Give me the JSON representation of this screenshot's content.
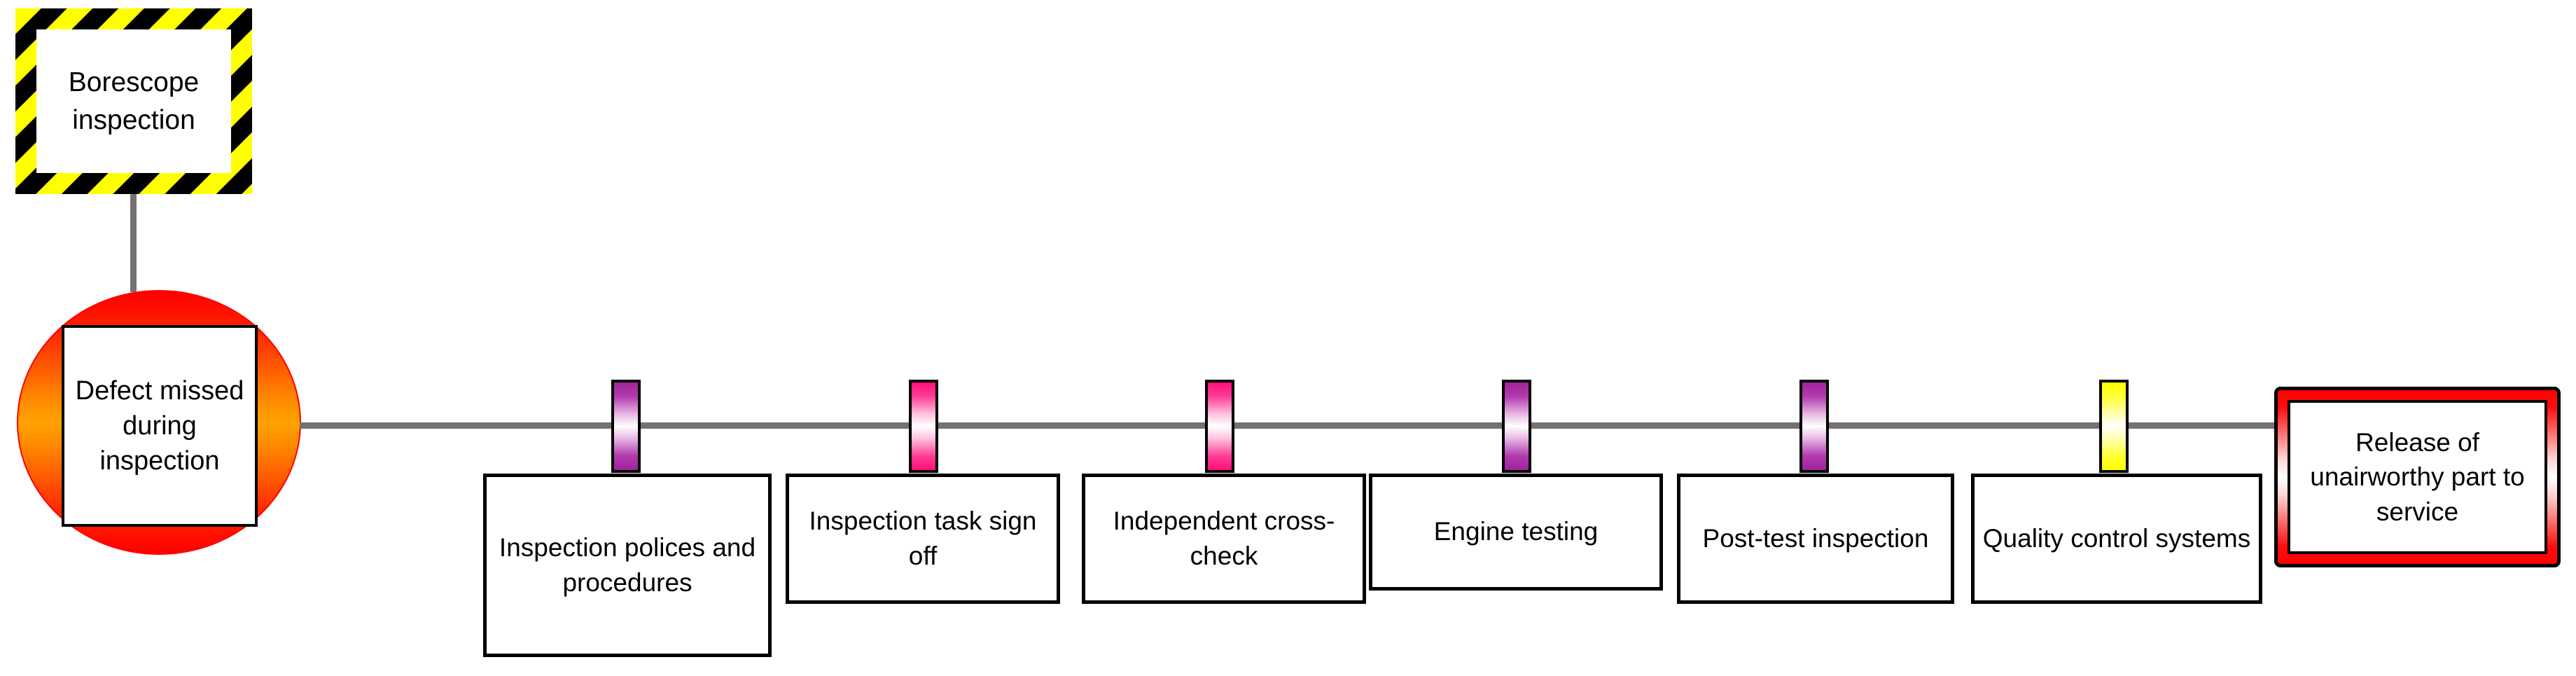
{
  "diagram": {
    "type": "bowtie-barrier-diagram",
    "background_color": "#ffffff",
    "line_color": "#767171"
  },
  "hazard": {
    "label": "Borescope inspection",
    "stripe_colors": [
      "#000000",
      "#ffff00"
    ]
  },
  "top_event": {
    "label": "Defect missed during inspection",
    "gradient_from": "#ff0000",
    "gradient_to": "#ffa200"
  },
  "barriers": [
    {
      "label": "Inspection polices and procedures",
      "color": "#a0249c",
      "marker_top": "#a0249c",
      "marker_mid": "#ffffff"
    },
    {
      "label": "Inspection task sign off",
      "color": "#ff0f7b",
      "marker_top": "#ff0f7b",
      "marker_mid": "#ffffff"
    },
    {
      "label": "Independent cross-check",
      "color": "#ff0f7b",
      "marker_top": "#ff0f7b",
      "marker_mid": "#ffffff"
    },
    {
      "label": "Engine testing",
      "color": "#a0249c",
      "marker_top": "#a0249c",
      "marker_mid": "#ffffff"
    },
    {
      "label": "Post-test inspection",
      "color": "#a0249c",
      "marker_top": "#a0249c",
      "marker_mid": "#ffffff"
    },
    {
      "label": "Quality control systems",
      "color": "#ffff00",
      "marker_top": "#ffff00",
      "marker_mid": "#ffffff"
    }
  ],
  "consequence": {
    "label": "Release of unairworthy part to service",
    "frame_color": "#ff0000"
  }
}
